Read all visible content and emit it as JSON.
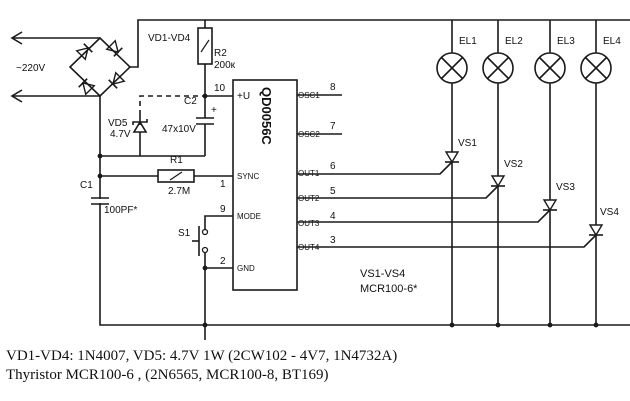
{
  "supply": {
    "voltage": "~220V"
  },
  "components": {
    "bridge": "VD1-VD4",
    "r2": {
      "ref": "R2",
      "value": "200к"
    },
    "vd5": {
      "ref": "VD5",
      "value": "4.7V"
    },
    "c2": {
      "ref": "C2",
      "value": "47x10V",
      "polarity": "+"
    },
    "r1": {
      "ref": "R1",
      "value": "2.7M"
    },
    "c1": {
      "ref": "C1",
      "value": "100PF*"
    },
    "s1": {
      "ref": "S1"
    }
  },
  "ic": {
    "name": "QD0056C",
    "left_pins": [
      {
        "num": "10",
        "label": "+U"
      },
      {
        "num": "1",
        "label": "SYNC"
      },
      {
        "num": "9",
        "label": "MODE"
      },
      {
        "num": "2",
        "label": "GND"
      }
    ],
    "right_pins": [
      {
        "num": "8",
        "label": "OSC1"
      },
      {
        "num": "7",
        "label": "OSC2"
      },
      {
        "num": "6",
        "label": "OUT1"
      },
      {
        "num": "5",
        "label": "OUT2"
      },
      {
        "num": "4",
        "label": "OUT3"
      },
      {
        "num": "3",
        "label": "OUT4"
      }
    ]
  },
  "lamps": [
    "EL1",
    "EL2",
    "EL3",
    "EL4"
  ],
  "thyristors": [
    "VS1",
    "VS2",
    "VS3",
    "VS4"
  ],
  "thyristor_group": {
    "ref": "VS1-VS4",
    "part": "MCR100-6*"
  },
  "notes": [
    "VD1-VD4: 1N4007, VD5: 4.7V 1W (2CW102 - 4V7, 1N4732A)",
    "Thyristor MCR100-6 , (2N6565, MCR100-8, BT169)"
  ]
}
